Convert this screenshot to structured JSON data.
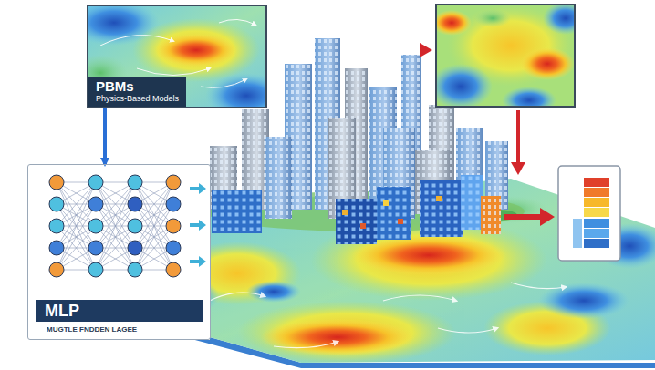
{
  "diagram": {
    "nodes": [
      {
        "text": [
          "PBMs",
          "Physics-Based Models"
        ]
      },
      {
        "text": [
          "MLP",
          "MUGTLE FNDDEN LAGEE"
        ]
      }
    ],
    "edges": [
      {
        "from": 0,
        "to": 1,
        "arrow": "to"
      }
    ]
  }
}
